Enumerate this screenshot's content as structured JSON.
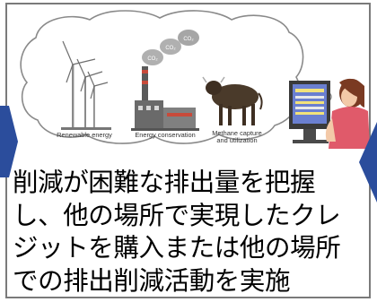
{
  "illustration": {
    "captions": {
      "renewable": "Renewable energy",
      "conservation": "Energy conservation",
      "methane_line1": "Methane capture",
      "methane_line2": "and utilization"
    },
    "co2_labels": [
      "CO₂",
      "CO₂",
      "CO₂"
    ]
  },
  "description": {
    "lines": [
      "削減が困難な排出量を把握",
      "し、他の場所で実現したクレ",
      "ジットを購入または他の場所",
      "での排出削減活動を実施"
    ]
  },
  "colors": {
    "arrow": "#2b4d9c",
    "border": "#7a7a7a",
    "monitor_screen": "#6a7fd0",
    "shirt": "#e05a6a"
  }
}
